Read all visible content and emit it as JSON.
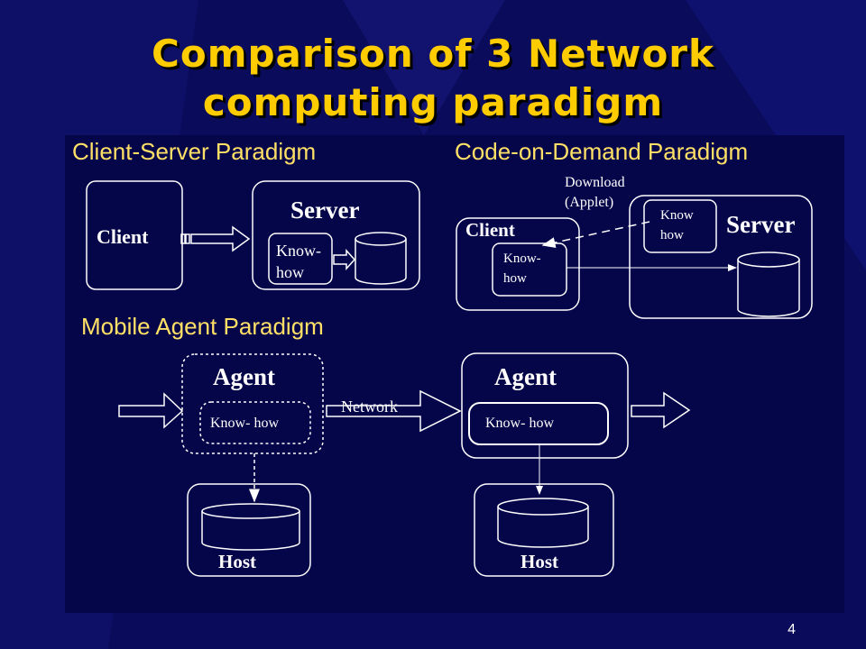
{
  "slide": {
    "title_line1": "Comparison of 3 Network",
    "title_line2": "computing paradigm",
    "page_number": "4"
  },
  "client_server": {
    "heading": "Client-Server Paradigm",
    "client": "Client",
    "server": "Server",
    "knowhow_line1": "Know-",
    "knowhow_line2": "how"
  },
  "code_on_demand": {
    "heading": "Code-on-Demand Paradigm",
    "download_line1": "Download",
    "download_line2": "(Applet)",
    "client": "Client",
    "server": "Server",
    "knowhow_client_line1": "Know-",
    "knowhow_client_line2": "how",
    "knowhow_server_line1": "Know",
    "knowhow_server_line2": "how"
  },
  "mobile_agent": {
    "heading": "Mobile Agent Paradigm",
    "agent": "Agent",
    "knowhow": "Know- how",
    "network": "Network",
    "host": "Host"
  },
  "colors": {
    "background": "#0b0b5c",
    "content_panel": "#05054a",
    "title": "#ffcc00",
    "heading": "#ffe066",
    "lines": "#ffffff"
  }
}
